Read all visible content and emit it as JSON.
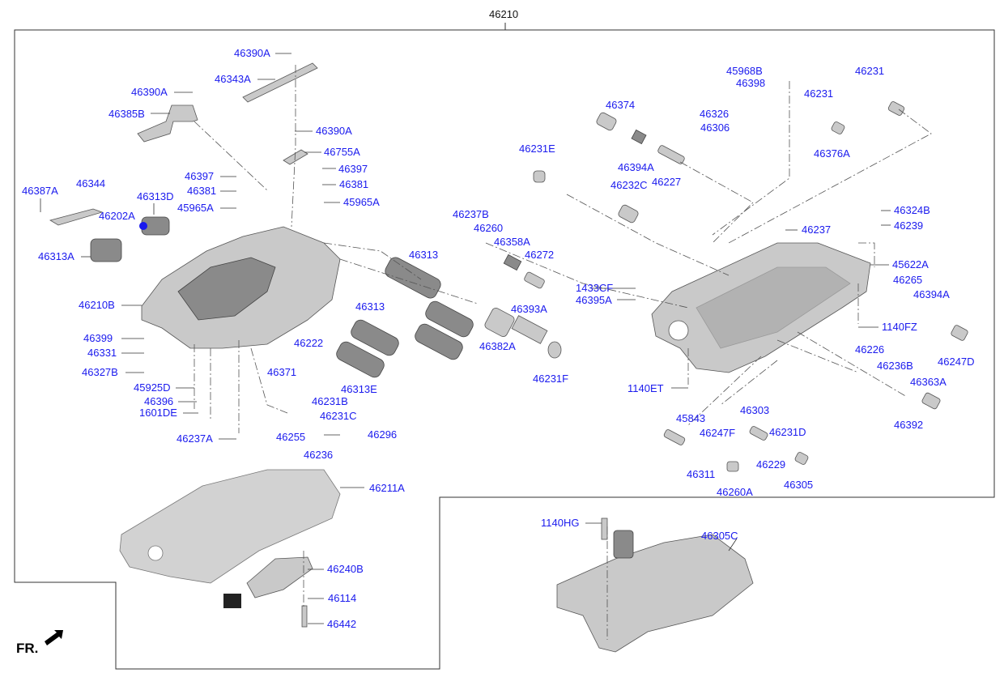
{
  "diagram": {
    "assembly_label": "46210",
    "orientation_label": "FR.",
    "labels": [
      {
        "id": "46390A_top",
        "text": "46390A"
      },
      {
        "id": "46343A",
        "text": "46343A"
      },
      {
        "id": "46390A_left",
        "text": "46390A"
      },
      {
        "id": "46385B",
        "text": "46385B"
      },
      {
        "id": "46390A_mid",
        "text": "46390A"
      },
      {
        "id": "46755A",
        "text": "46755A"
      },
      {
        "id": "46397_a",
        "text": "46397"
      },
      {
        "id": "46397_b",
        "text": "46397"
      },
      {
        "id": "46381_a",
        "text": "46381"
      },
      {
        "id": "46381_b",
        "text": "46381"
      },
      {
        "id": "45965A_a",
        "text": "45965A"
      },
      {
        "id": "45965A_b",
        "text": "45965A"
      },
      {
        "id": "46387A",
        "text": "46387A"
      },
      {
        "id": "46344",
        "text": "46344"
      },
      {
        "id": "46313D",
        "text": "46313D"
      },
      {
        "id": "46202A",
        "text": "46202A"
      },
      {
        "id": "46313A",
        "text": "46313A"
      },
      {
        "id": "46210B",
        "text": "46210B"
      },
      {
        "id": "46399",
        "text": "46399"
      },
      {
        "id": "46331",
        "text": "46331"
      },
      {
        "id": "46327B",
        "text": "46327B"
      },
      {
        "id": "45925D",
        "text": "45925D"
      },
      {
        "id": "46396",
        "text": "46396"
      },
      {
        "id": "1601DE",
        "text": "1601DE"
      },
      {
        "id": "46237A",
        "text": "46237A"
      },
      {
        "id": "46313_a",
        "text": "46313"
      },
      {
        "id": "46313_b",
        "text": "46313"
      },
      {
        "id": "46222",
        "text": "46222"
      },
      {
        "id": "46371",
        "text": "46371"
      },
      {
        "id": "46313E",
        "text": "46313E"
      },
      {
        "id": "46231B",
        "text": "46231B"
      },
      {
        "id": "46231C",
        "text": "46231C"
      },
      {
        "id": "46255",
        "text": "46255"
      },
      {
        "id": "46296",
        "text": "46296"
      },
      {
        "id": "46236",
        "text": "46236"
      },
      {
        "id": "46211A",
        "text": "46211A"
      },
      {
        "id": "46240B",
        "text": "46240B"
      },
      {
        "id": "46114",
        "text": "46114"
      },
      {
        "id": "46442",
        "text": "46442"
      },
      {
        "id": "46237B",
        "text": "46237B"
      },
      {
        "id": "46260",
        "text": "46260"
      },
      {
        "id": "46358A",
        "text": "46358A"
      },
      {
        "id": "46272",
        "text": "46272"
      },
      {
        "id": "46231E",
        "text": "46231E"
      },
      {
        "id": "46393A",
        "text": "46393A"
      },
      {
        "id": "46382A",
        "text": "46382A"
      },
      {
        "id": "46231F",
        "text": "46231F"
      },
      {
        "id": "46374",
        "text": "46374"
      },
      {
        "id": "46394A_a",
        "text": "46394A"
      },
      {
        "id": "46227",
        "text": "46227"
      },
      {
        "id": "46232C",
        "text": "46232C"
      },
      {
        "id": "46326",
        "text": "46326"
      },
      {
        "id": "46306",
        "text": "46306"
      },
      {
        "id": "45968B",
        "text": "45968B"
      },
      {
        "id": "46398",
        "text": "46398"
      },
      {
        "id": "46231_a",
        "text": "46231"
      },
      {
        "id": "46231_b",
        "text": "46231"
      },
      {
        "id": "46376A",
        "text": "46376A"
      },
      {
        "id": "1433CF",
        "text": "1433CF"
      },
      {
        "id": "46395A",
        "text": "46395A"
      },
      {
        "id": "46324B",
        "text": "46324B"
      },
      {
        "id": "46237",
        "text": "46237"
      },
      {
        "id": "46239",
        "text": "46239"
      },
      {
        "id": "45622A",
        "text": "45622A"
      },
      {
        "id": "46265",
        "text": "46265"
      },
      {
        "id": "46394A_b",
        "text": "46394A"
      },
      {
        "id": "1140FZ",
        "text": "1140FZ"
      },
      {
        "id": "46247D",
        "text": "46247D"
      },
      {
        "id": "46226",
        "text": "46226"
      },
      {
        "id": "46236B",
        "text": "46236B"
      },
      {
        "id": "46363A",
        "text": "46363A"
      },
      {
        "id": "46392",
        "text": "46392"
      },
      {
        "id": "1140ET",
        "text": "1140ET"
      },
      {
        "id": "45843",
        "text": "45843"
      },
      {
        "id": "46303",
        "text": "46303"
      },
      {
        "id": "46247F",
        "text": "46247F"
      },
      {
        "id": "46231D",
        "text": "46231D"
      },
      {
        "id": "46311",
        "text": "46311"
      },
      {
        "id": "46229",
        "text": "46229"
      },
      {
        "id": "46305",
        "text": "46305"
      },
      {
        "id": "46260A",
        "text": "46260A"
      },
      {
        "id": "1140HG",
        "text": "1140HG"
      },
      {
        "id": "46305C",
        "text": "46305C"
      }
    ]
  }
}
